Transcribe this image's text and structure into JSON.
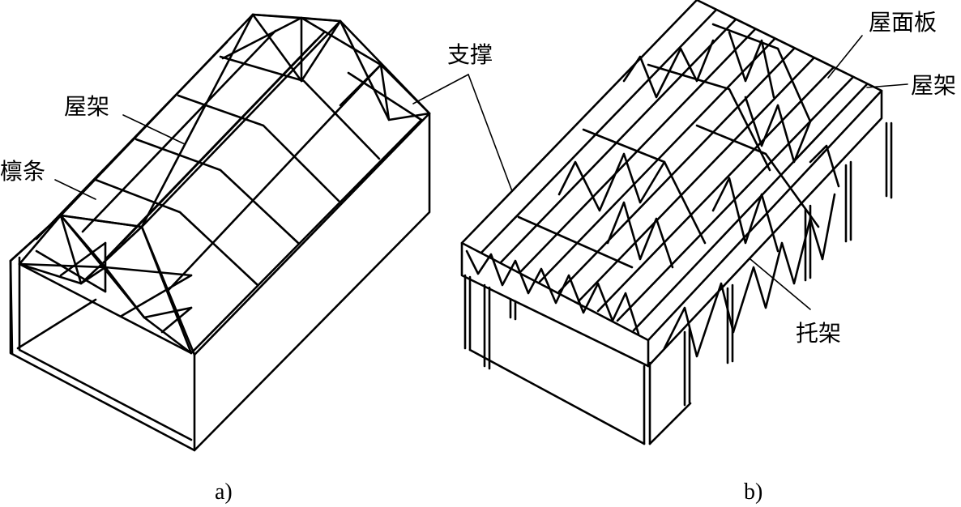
{
  "figure_a": {
    "caption": "a)",
    "labels": {
      "roof_truss": "屋架",
      "purlin": "檩条",
      "bracing": "支撑"
    }
  },
  "figure_b": {
    "caption": "b)",
    "labels": {
      "roof_panel": "屋面板",
      "roof_truss": "屋架",
      "support_truss": "托架"
    }
  },
  "colors": {
    "line": "#000000",
    "background": "#ffffff"
  }
}
